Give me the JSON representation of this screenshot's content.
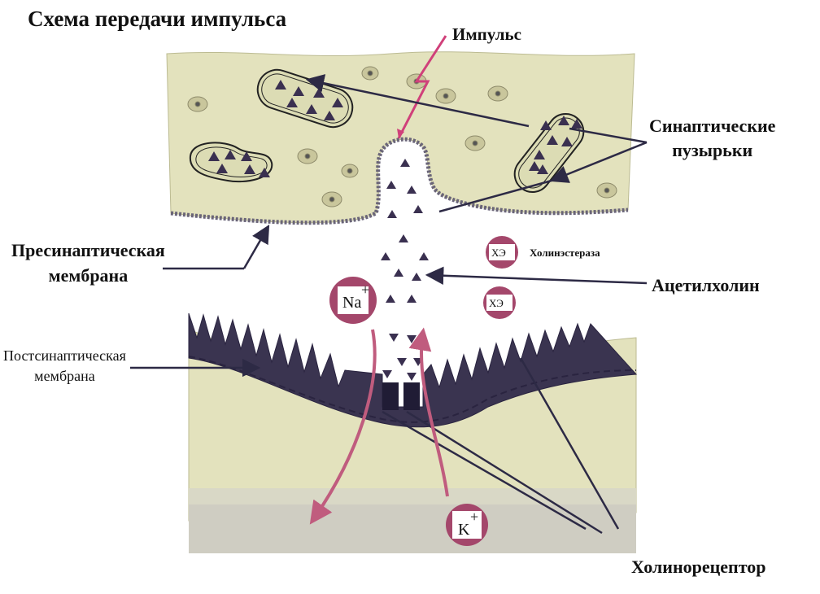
{
  "title": "Схема передачи импульса",
  "labels": {
    "impulse": "Импульс",
    "synaptic_vesicles_line1": "Синаптические",
    "synaptic_vesicles_line2": "пузырьки",
    "presynaptic_line1": "Пресинаптическая",
    "presynaptic_line2": "мембрана",
    "postsynaptic_line1": "Постсинаптическая",
    "postsynaptic_line2": "мембрана",
    "acetylcholine": "Ацетилхолин",
    "cholinesterase": "Холинэстераза",
    "cholinoreceptor": "Холинорецептор"
  },
  "ions": {
    "sodium": "Na",
    "potassium": "K",
    "plus": "+",
    "enzyme_1": "ХЭ",
    "enzyme_2": "ХЭ"
  },
  "colors": {
    "tissue": "#e3e2bd",
    "membrane": "#3a3450",
    "arrow_pink": "#c05c7e",
    "ion_circle": "#a4476b",
    "impulse": "#d0407a"
  }
}
